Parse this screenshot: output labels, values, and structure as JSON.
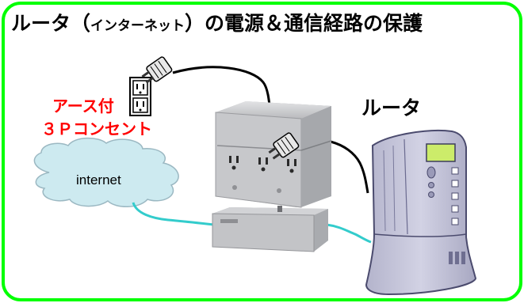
{
  "title": {
    "part1": "ルータ（",
    "part2": "インターネット",
    "part3": "）の電源＆通信経路の保護"
  },
  "outlet_label": {
    "line1": "アース付",
    "line2": "３Ｐコンセント"
  },
  "router_label": "ルータ",
  "cloud_label": "internet",
  "colors": {
    "border": "#00ff00",
    "red_text": "#ff0000",
    "cloud_fill": "#cdeaf0",
    "cable_blue": "#33cccc",
    "router_fill": "#cbcbe0"
  }
}
